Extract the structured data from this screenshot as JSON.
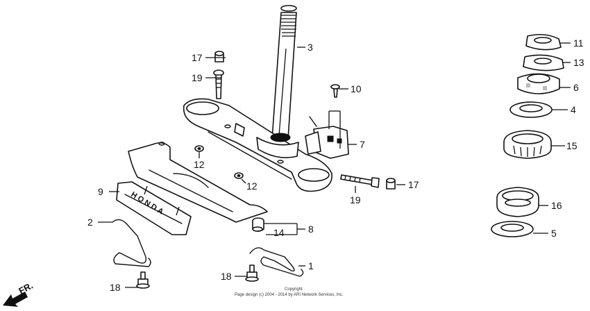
{
  "callouts": [
    {
      "id": "c1",
      "label": "1"
    },
    {
      "id": "c2",
      "label": "2"
    },
    {
      "id": "c3",
      "label": "3"
    },
    {
      "id": "c4",
      "label": "4"
    },
    {
      "id": "c5",
      "label": "5"
    },
    {
      "id": "c6",
      "label": "6"
    },
    {
      "id": "c7",
      "label": "7"
    },
    {
      "id": "c8",
      "label": "8"
    },
    {
      "id": "c9",
      "label": "9"
    },
    {
      "id": "c10",
      "label": "10"
    },
    {
      "id": "c11",
      "label": "11"
    },
    {
      "id": "c12a",
      "label": "12"
    },
    {
      "id": "c12b",
      "label": "12"
    },
    {
      "id": "c13",
      "label": "13"
    },
    {
      "id": "c14",
      "label": "14"
    },
    {
      "id": "c15",
      "label": "15"
    },
    {
      "id": "c16",
      "label": "16"
    },
    {
      "id": "c17a",
      "label": "17"
    },
    {
      "id": "c17b",
      "label": "17"
    },
    {
      "id": "c18a",
      "label": "18"
    },
    {
      "id": "c18b",
      "label": "18"
    },
    {
      "id": "c19a",
      "label": "19"
    },
    {
      "id": "c19b",
      "label": "19"
    }
  ],
  "emblem_text": "HONDA",
  "direction_label": "FR.",
  "copyright": {
    "line1": "Copyright",
    "line2": "Page design (c) 2004 - 2014 by ARI Network Services, Inc."
  }
}
